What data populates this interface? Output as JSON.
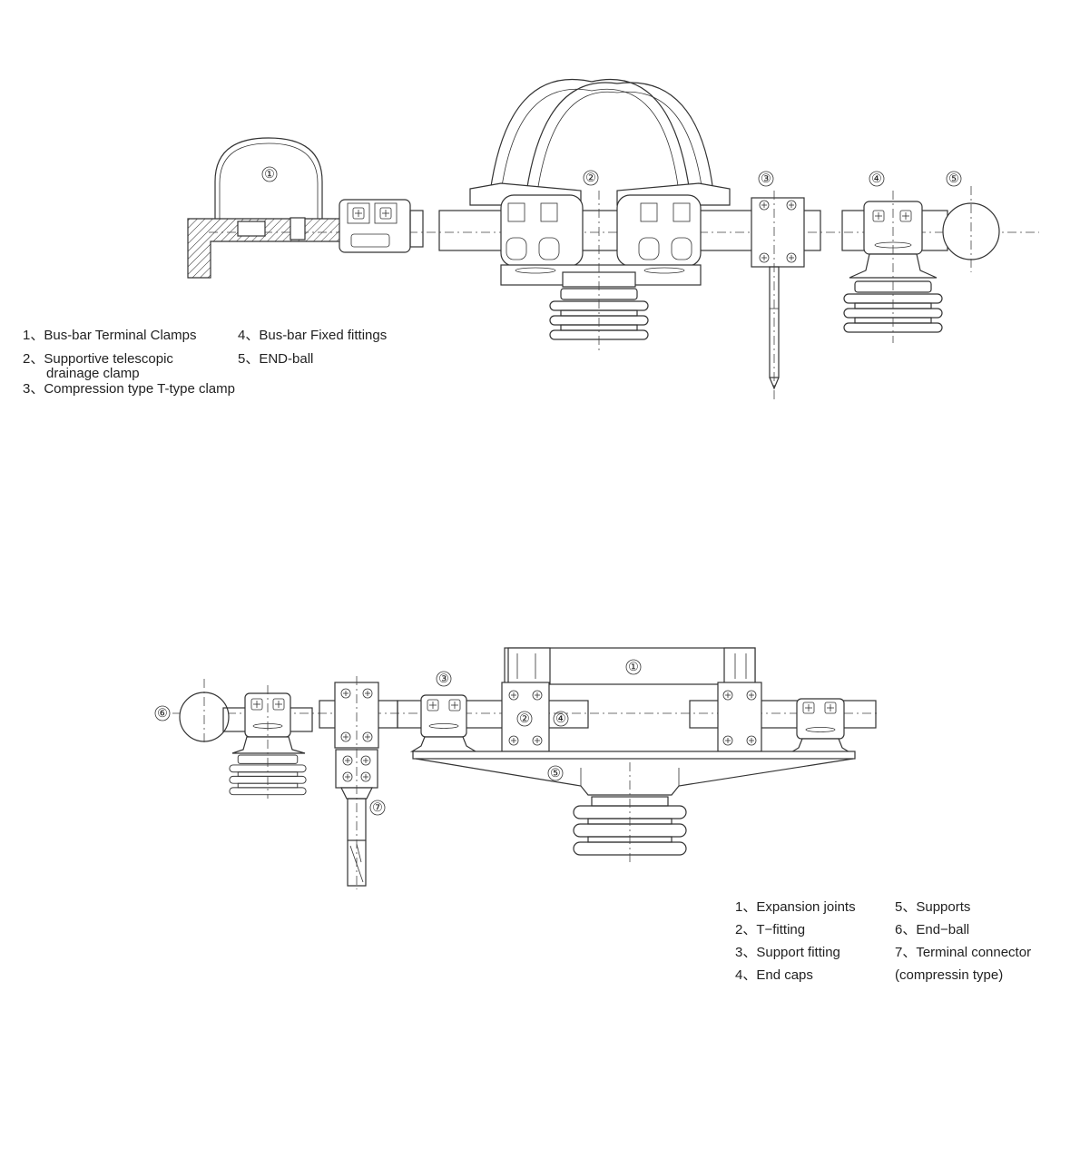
{
  "callouts_top": [
    "①",
    "②",
    "③",
    "④",
    "⑤"
  ],
  "callouts_bottom": [
    "①",
    "②",
    "③",
    "④",
    "⑤",
    "⑥",
    "⑦"
  ],
  "legend_top": {
    "item1": "1、Bus-bar Terminal Clamps",
    "item2_line1": "2、Supportive telescopic",
    "item2_line2": "drainage clamp",
    "item3": "3、Compression type T-type clamp",
    "item4": "4、Bus-bar Fixed fittings",
    "item5": "5、END-ball"
  },
  "legend_bottom": {
    "item1": "1、Expansion joints",
    "item2": "2、T−fitting",
    "item3": "3、Support fitting",
    "item4": "4、End caps",
    "item5": "5、Supports",
    "item6": "6、End−ball",
    "item7_line1": "7、Terminal  connector",
    "item7_line2": "(compressin type)"
  }
}
